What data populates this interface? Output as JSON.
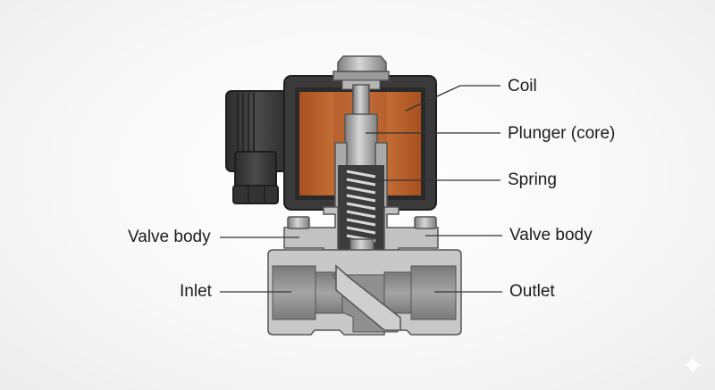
{
  "diagram": {
    "subject": "Solenoid valve cross-section",
    "labels": {
      "coil": "Coil",
      "plunger": "Plunger (core)",
      "spring": "Spring",
      "valve_body_left": "Valve body",
      "valve_body_right": "Valve body",
      "inlet": "Inlet",
      "outlet": "Outlet"
    },
    "colors": {
      "coil_copper": "#c0652e",
      "housing_dark": "#3a3a3a",
      "body_gray": "#bdbdbd",
      "channel_gray": "#8a8a8a",
      "leader_line": "#333333"
    }
  }
}
